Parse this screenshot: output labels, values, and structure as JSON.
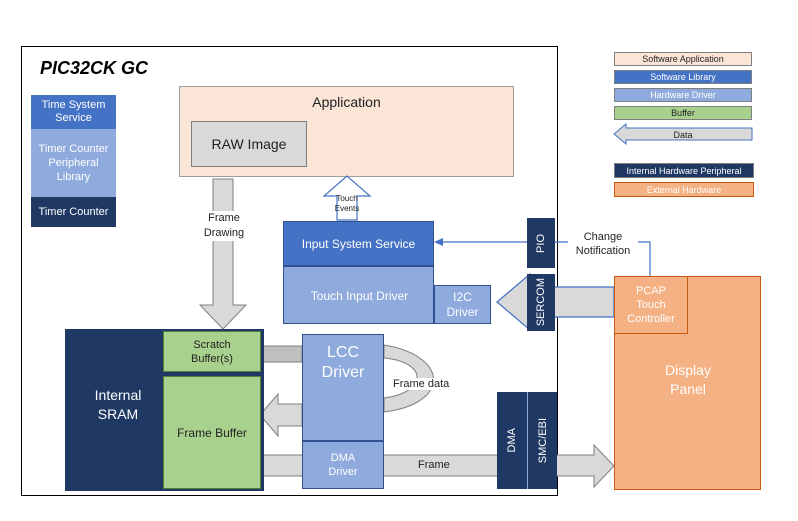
{
  "title": "PIC32CK GC",
  "legend": {
    "software_application": "Software Application",
    "software_library": "Software Library",
    "hardware_driver": "Hardware Driver",
    "buffer": "Buffer",
    "data": "Data",
    "internal_hw_peripheral": "Internal Hardware Peripheral",
    "external_hardware": "External Hardware"
  },
  "blocks": {
    "time_system_service": "Time System Service",
    "timer_counter_lib": "Timer Counter Peripheral Library",
    "timer_counter": "Timer Counter",
    "application": "Application",
    "raw_image": "RAW Image",
    "input_system_service": "Input System Service",
    "touch_input_driver": "Touch Input Driver",
    "i2c_driver": "I2C Driver",
    "pio": "PIO",
    "sercom": "SERCOM",
    "internal_sram": "Internal SRAM",
    "scratch_buffer": "Scratch Buffer(s)",
    "frame_buffer": "Frame Buffer",
    "lcc_driver": "LCC Driver",
    "dma_driver": "DMA Driver",
    "dma": "DMA",
    "smc_ebi": "SMC/EBI",
    "pcap_touch_controller": "PCAP Touch Controller",
    "display_panel": "Display Panel"
  },
  "labels": {
    "touch_events": "Touch Events",
    "frame_drawing": "Frame Drawing",
    "change_notification": "Change Notification",
    "frame_data": "Frame data",
    "frame": "Frame"
  },
  "colors": {
    "software_application": "#fbe5d6",
    "software_library": "#4472c4",
    "hardware_driver": "#8faadc",
    "buffer": "#a9d18e",
    "data": "#d9d9d9",
    "internal_hw_peripheral": "#1f3864",
    "external_hardware": "#f4b183"
  }
}
